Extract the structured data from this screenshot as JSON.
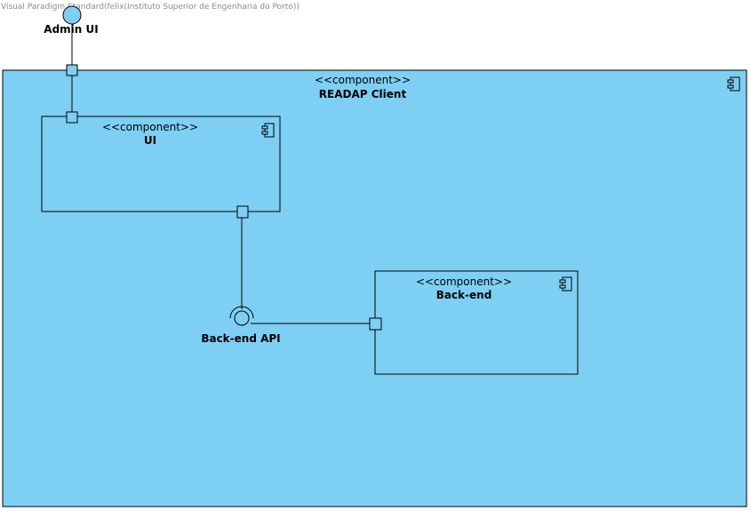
{
  "watermark": "Visual Paradigm Standard(felix(Instituto Superior de Engenharia do Porto))",
  "interfaces": {
    "admin_ui": "Admin UI",
    "backend_api": "Back-end API"
  },
  "components": {
    "readap_client": {
      "stereotype": "<<component>>",
      "name": "READAP Client"
    },
    "ui": {
      "stereotype": "<<component>>",
      "name": "UI"
    },
    "backend": {
      "stereotype": "<<component>>",
      "name": "Back-end"
    }
  },
  "colors": {
    "component_fill": "#7ecff4",
    "interface_fill": "#7ecff4",
    "stroke": "#000000",
    "background": "#ffffff"
  }
}
